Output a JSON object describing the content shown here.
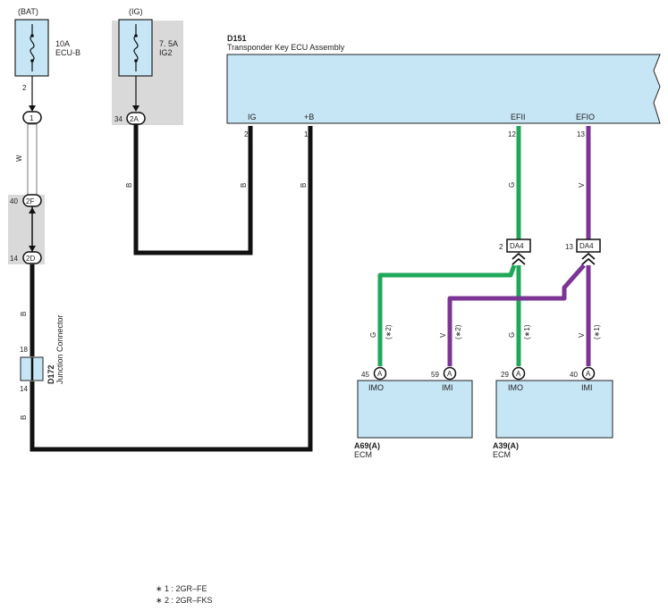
{
  "colors": {
    "black_wire": "#111111",
    "green_wire": "#1fa85a",
    "violet_wire": "#7a3595",
    "white_wire_outline": "#7a7a7a",
    "component_fill": "#c6e6f6",
    "shade": "#d9d9d9"
  },
  "bat_fuse": {
    "supply": "(BAT)",
    "rating": "10A",
    "name": "ECU-B",
    "pin": "2"
  },
  "ig_fuse": {
    "supply": "(IG)",
    "rating": "7. 5A",
    "name": "IG2",
    "pin": "34",
    "connector": "2A"
  },
  "connectors": {
    "c1": {
      "id": "1"
    },
    "c2f": {
      "pin": "40",
      "id": "2F"
    },
    "c2d": {
      "pin": "14",
      "id": "2D"
    }
  },
  "ecu": {
    "code": "D151",
    "name": "Transponder Key ECU Assembly",
    "terminals": [
      {
        "label": "IG",
        "pin": "2"
      },
      {
        "label": "+B",
        "pin": "1"
      },
      {
        "label": "EFII",
        "pin": "12"
      },
      {
        "label": "EFIO",
        "pin": "13"
      }
    ]
  },
  "junction": {
    "code": "D172",
    "name": "Junction Connector",
    "pin_in": "18",
    "pin_out": "14"
  },
  "da4": [
    {
      "pin": "2",
      "id": "DA4"
    },
    {
      "pin": "13",
      "id": "DA4"
    }
  ],
  "wire_colors": {
    "w": "W",
    "b1": "B",
    "b2": "B",
    "b3": "B",
    "b4": "B",
    "b5": "B",
    "g_top": "G",
    "v_top": "V",
    "g_left": "G",
    "v_left": "V",
    "g_right": "G",
    "v_right": "V"
  },
  "variants": {
    "left_g": "(∗2)",
    "left_v": "(∗2)",
    "right_g": "(∗1)",
    "right_v": "(∗1)"
  },
  "ecm_left": {
    "code": "A69(A)",
    "name": "ECM",
    "terminals": [
      {
        "label": "IMO",
        "pin": "45",
        "connector": "A"
      },
      {
        "label": "IMI",
        "pin": "59",
        "connector": "A"
      }
    ]
  },
  "ecm_right": {
    "code": "A39(A)",
    "name": "ECM",
    "terminals": [
      {
        "label": "IMO",
        "pin": "29",
        "connector": "A"
      },
      {
        "label": "IMI",
        "pin": "40",
        "connector": "A"
      }
    ]
  },
  "notes": [
    "∗ 1 : 2GR–FE",
    "∗ 2 : 2GR–FKS"
  ]
}
